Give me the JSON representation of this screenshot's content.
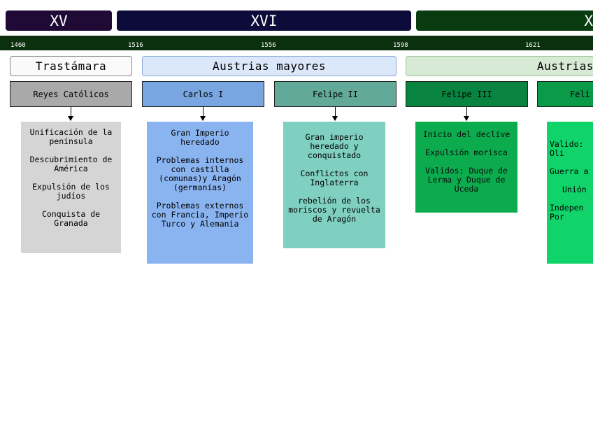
{
  "centuries": [
    "XV",
    "XVI",
    "X"
  ],
  "years": [
    "1460",
    "1516",
    "1556",
    "1598",
    "1621"
  ],
  "dynasties": [
    "Trastámara",
    "Austrias mayores",
    "Austrias"
  ],
  "rulers": [
    "Reyes Católicos",
    "Carlos I",
    "Felipe II",
    "Felipe III",
    "Feli"
  ],
  "events": {
    "reyes": [
      "Unificación de la península",
      "Descubrimiento de América",
      "Expulsión de los judíos",
      "Conquista de Granada"
    ],
    "carlos": [
      "Gran Imperio heredado",
      "Problemas internos con castilla (comunas)y Aragón (germanías)",
      "Problemas externos con Francia, Imperio Turco y Alemania"
    ],
    "felipe2": [
      "Gran imperio heredado y conquistado",
      "Conflictos con Inglaterra",
      "rebelión de los moriscos y revuelta de Aragón"
    ],
    "felipe3": [
      "Inicio del declive",
      "Expulsión morisca",
      "Validos: Duque de Lerma y Duque de Uceda"
    ],
    "felipe4": [
      "Valido: Oli",
      "Guerra a",
      "Unión",
      "Indepen Por"
    ]
  },
  "colors": {
    "century_xv": "#1f0a35",
    "century_xvi": "#0c0b3a",
    "century_xvii": "#0a3b10",
    "reyes": "#d5d5d5",
    "carlos": "#8ab4f0",
    "felipe2": "#7fd0c0",
    "felipe3": "#0cab4e",
    "felipe4": "#10d46a"
  }
}
